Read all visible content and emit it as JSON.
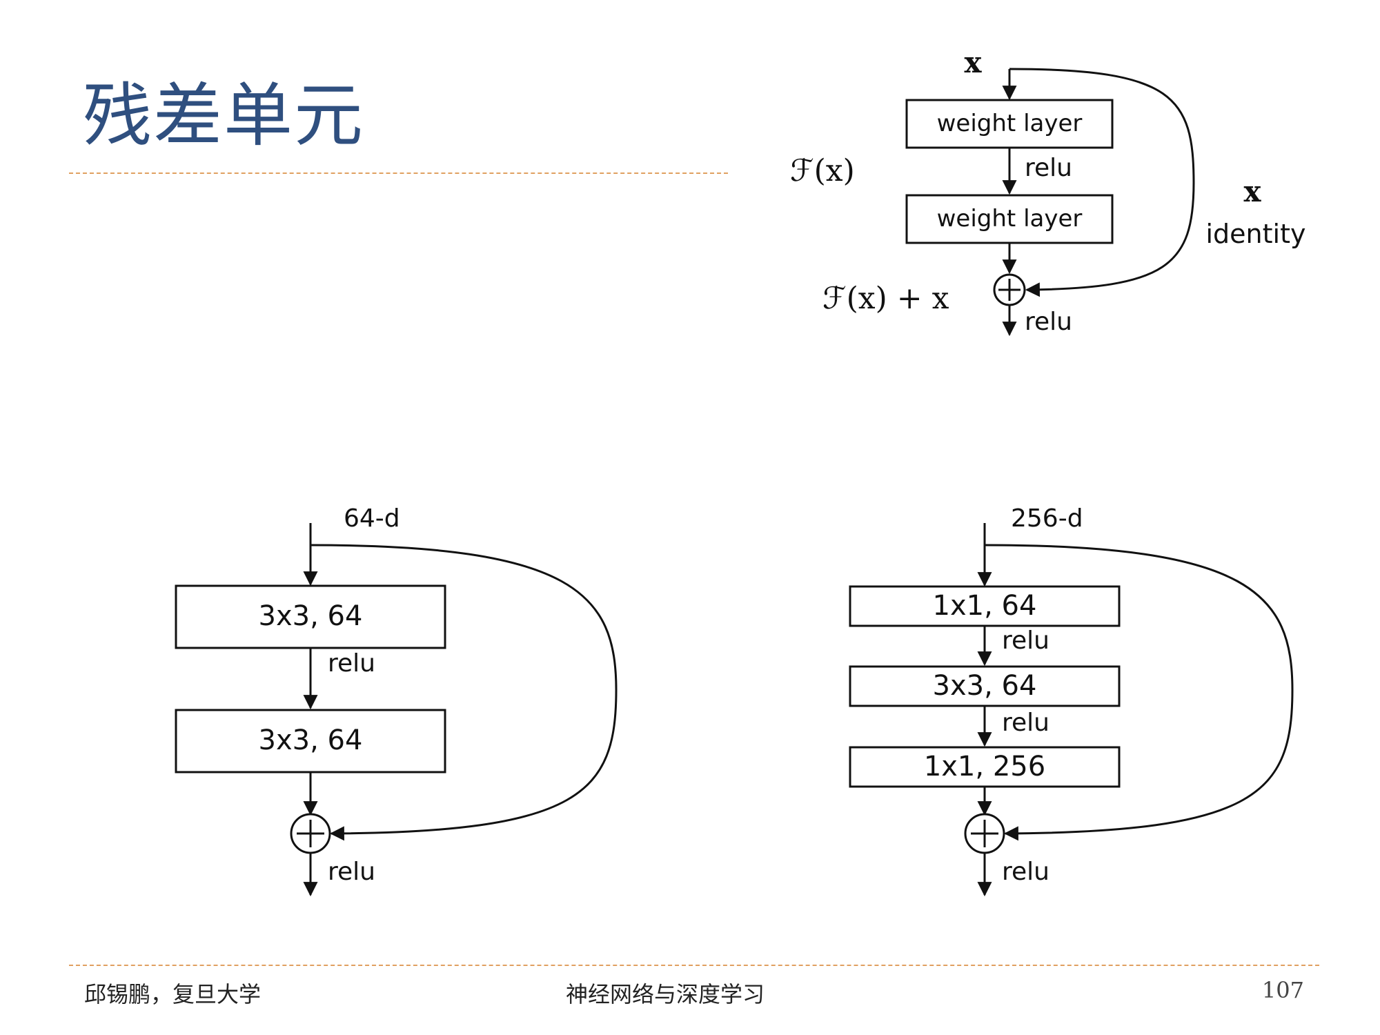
{
  "slide": {
    "title": "残差单元",
    "footer_left": "邱锡鹏，复旦大学",
    "footer_center": "神经网络与深度学习",
    "page_number": "107"
  },
  "top_diagram": {
    "input": "x",
    "layer1": "weight layer",
    "relu1": "relu",
    "layer2": "weight layer",
    "fx": "ℱ(x)",
    "fx_plus_x": "ℱ(x) + x",
    "relu_out": "relu",
    "identity_x": "x",
    "identity": "identity"
  },
  "basic_block": {
    "input": "64-d",
    "layer1": "3x3, 64",
    "relu1": "relu",
    "layer2": "3x3, 64",
    "relu_out": "relu"
  },
  "bottleneck_block": {
    "input": "256-d",
    "layer1": "1x1, 64",
    "relu1": "relu",
    "layer2": "3x3, 64",
    "relu2": "relu",
    "layer3": "1x1, 256",
    "relu_out": "relu"
  }
}
